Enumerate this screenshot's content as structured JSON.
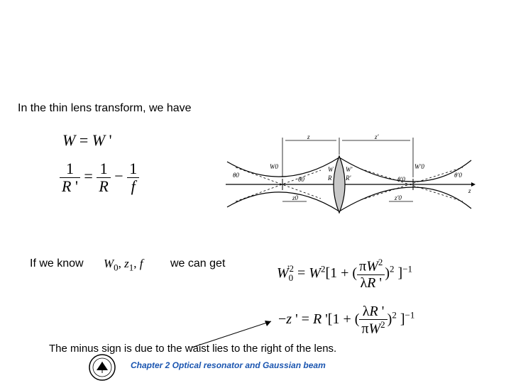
{
  "slide": {
    "intro_text": "In the thin lens transform, we have",
    "if_we_know": "If we know",
    "we_can_get": "we can get",
    "known_params": "W0, z1, f",
    "note_text": "The minus sign is due to the waist lies to the right of the lens.",
    "footer_text": "Chapter 2  Optical resonator and Gaussian beam"
  },
  "equations": {
    "eq1": "W = W '",
    "eq2": "1/R' = 1/R − 1/f",
    "eq3": "W0'^2 = W^2[1 + (πW^2/λR')^2]^-1",
    "eq4": "−z' = R'[1 + (λR'/πW^2)^2]^-1"
  },
  "diagram_labels": {
    "z": "z",
    "z_prime": "z'",
    "theta0": "θ0",
    "theta0_2": "θ0",
    "theta0_prime": "θ'0",
    "theta0_prime_2": "θ'0",
    "W0": "W0",
    "W": "W",
    "R": "R",
    "W_prime": "W'",
    "R_prime": "R'",
    "W0_prime": "W'0",
    "z0": "z0",
    "z0_prime": "z'0",
    "axis_z": "z"
  },
  "colors": {
    "footer": "#1a55b0",
    "text": "#000000"
  }
}
